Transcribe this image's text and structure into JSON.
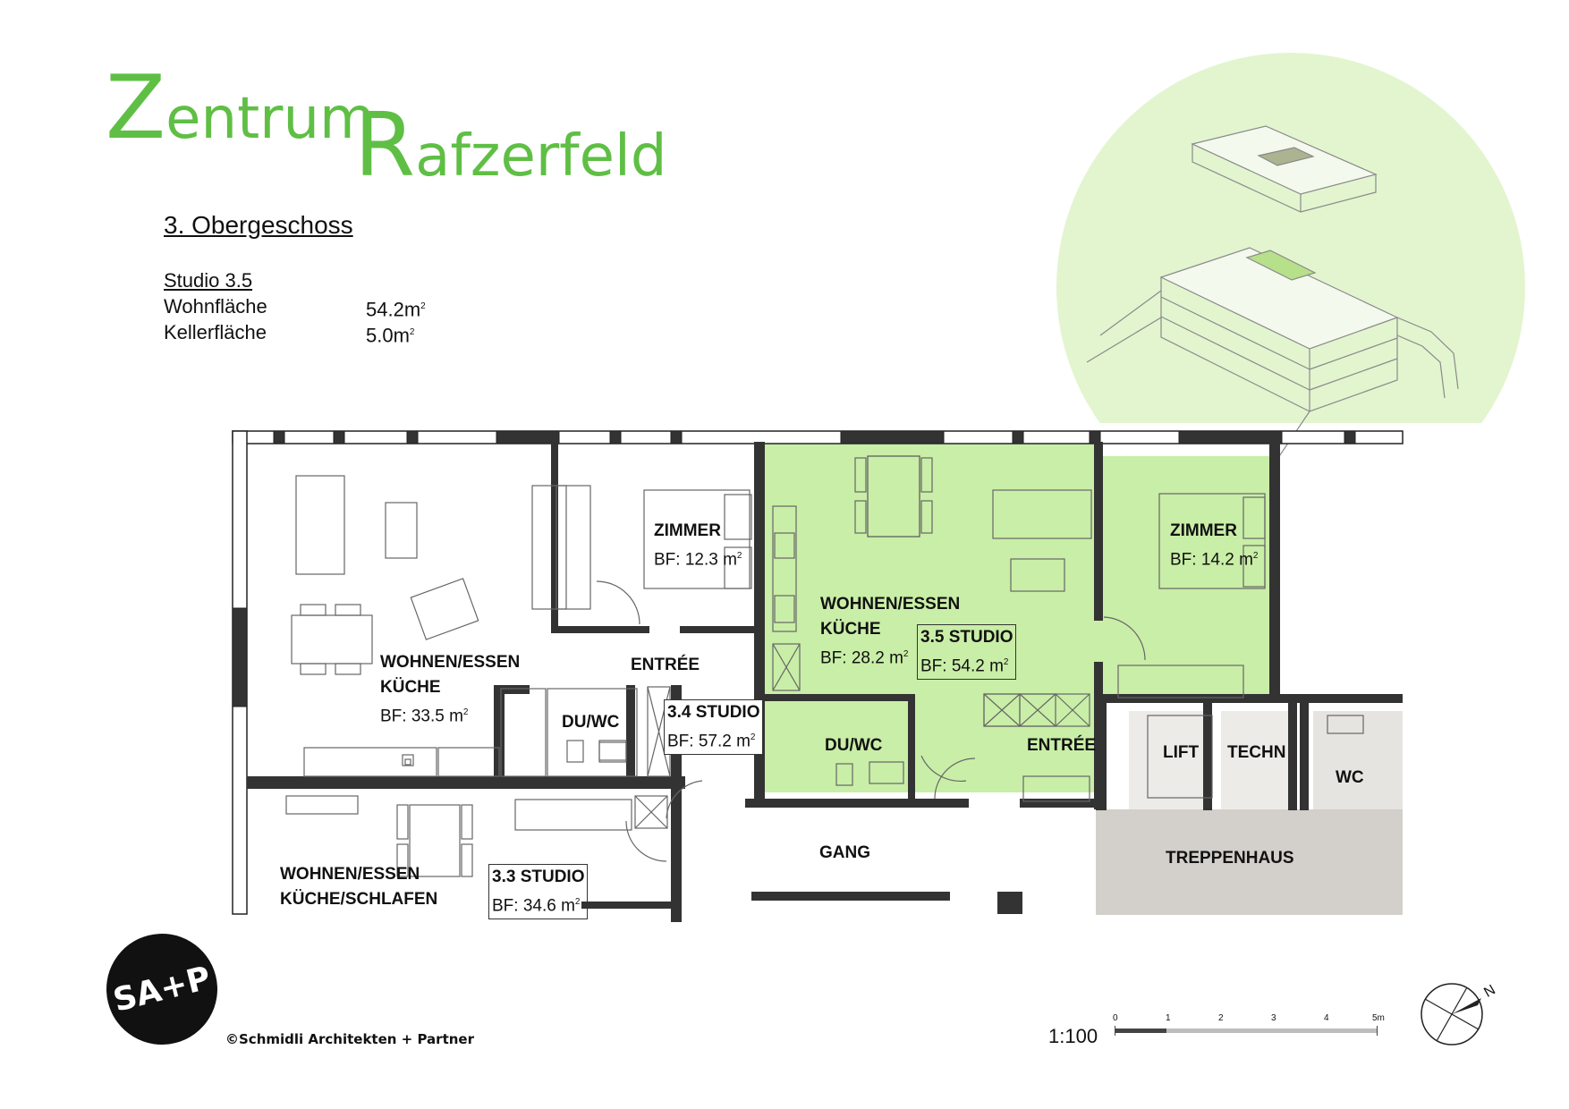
{
  "title": {
    "part1_initial": "Z",
    "part1_rest": "entrum",
    "part2_initial": "R",
    "part2_rest": "afzerfeld"
  },
  "floor": "3. Obergeschoss",
  "unit": {
    "name": "Studio 3.5",
    "living_label": "Wohnfläche",
    "living_value": "54.2m",
    "cellar_label": "Kellerfläche",
    "cellar_value": "5.0m",
    "superscript": "2"
  },
  "rooms": {
    "r_33_living_title": "WOHNEN/ESSEN",
    "r_33_living_sub": "KÜCHE",
    "r_33_living_area": "BF: 33.5 m",
    "zimmer_left_title": "ZIMMER",
    "zimmer_left_area": "BF: 12.3 m",
    "entree_left": "ENTRÉE",
    "duwc_left": "DU/WC",
    "studio_34_title": "3.4 STUDIO",
    "studio_34_area": "BF: 57.2 m",
    "living_35_title": "WOHNEN/ESSEN",
    "living_35_sub": "KÜCHE",
    "living_35_area": "BF: 28.2 m",
    "studio_35_title": "3.5 STUDIO",
    "studio_35_area": "BF: 54.2 m",
    "zimmer_right_title": "ZIMMER",
    "zimmer_right_area": "BF: 14.2 m",
    "duwc_right": "DU/WC",
    "entree_right": "ENTRÉE",
    "lift": "LIFT",
    "techn": "TECHN",
    "wc": "WC",
    "treppenhaus": "TREPPENHAUS",
    "gang": "GANG",
    "living_33_title": "WOHNEN/ESSEN",
    "living_33_sub": "KÜCHE/SCHLAFEN",
    "studio_33_title": "3.3 STUDIO",
    "studio_33_area": "BF: 34.6 m",
    "sup": "2"
  },
  "logo": {
    "text": "SA+P"
  },
  "copyright": "©Schmidli Architekten + Partner",
  "scale": {
    "ratio": "1:100",
    "ticks": [
      "0",
      "1",
      "2",
      "3",
      "4",
      "5m"
    ]
  },
  "north_label": "N",
  "colors": {
    "title_green": "#5fbf45",
    "highlight_green": "#c9eea7",
    "context_green": "#e2f5cf",
    "stair_grey": "#d3d0cb",
    "wall": "#222222"
  }
}
